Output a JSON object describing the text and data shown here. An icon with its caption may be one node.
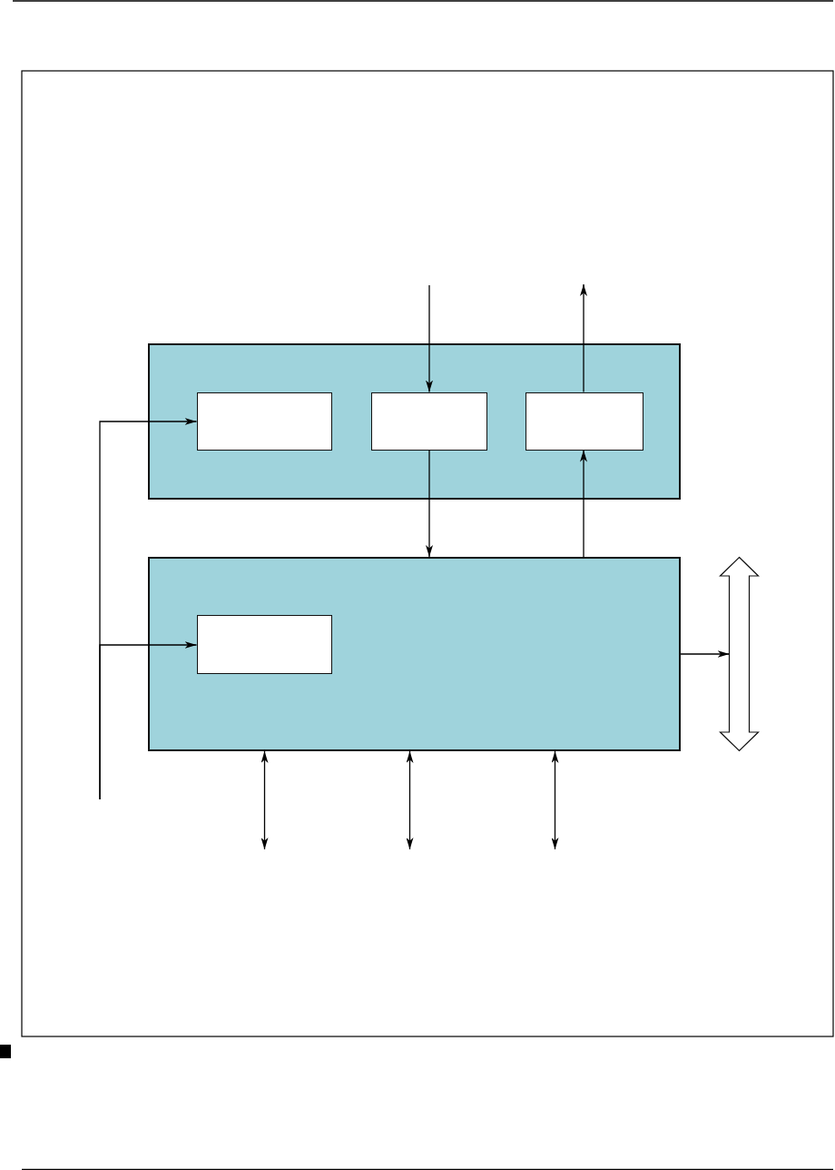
{
  "diagram": {
    "nodes": [
      {
        "text": [],
        "shape": "box"
      },
      {
        "text": [],
        "shape": "box",
        "in": 0
      },
      {
        "text": [],
        "shape": "box",
        "in": 0
      },
      {
        "text": [],
        "shape": "box",
        "in": 0
      },
      {
        "text": [],
        "shape": "box"
      },
      {
        "text": [],
        "shape": "box",
        "in": 4
      },
      {
        "text": [],
        "shape": "arrow"
      }
    ],
    "edges": [
      {
        "from": null,
        "to": 1,
        "arrow": "to"
      },
      {
        "from": null,
        "to": 5,
        "arrow": "to"
      },
      {
        "from": null,
        "to": 2,
        "arrow": "to"
      },
      {
        "from": 3,
        "to": null,
        "arrow": "to"
      },
      {
        "from": 2,
        "to": 4,
        "arrow": "to"
      },
      {
        "from": 4,
        "to": 3,
        "arrow": "to"
      },
      {
        "from": 4,
        "to": 6,
        "arrow": "to"
      },
      {
        "from": 4,
        "to": null,
        "arrow": "both"
      },
      {
        "from": 4,
        "to": null,
        "arrow": "both"
      },
      {
        "from": 4,
        "to": null,
        "arrow": "both"
      }
    ]
  }
}
